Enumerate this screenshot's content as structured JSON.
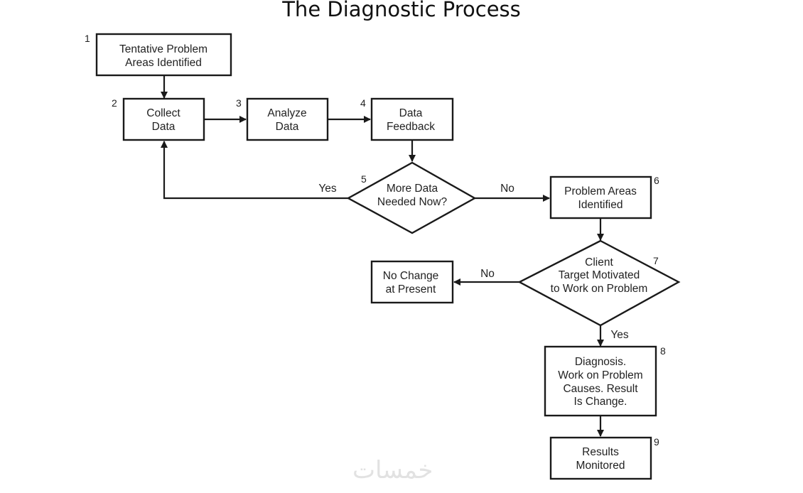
{
  "title": "The Diagnostic Process",
  "nodes": [
    {
      "id": "1",
      "number": "1",
      "shape": "box",
      "lines": [
        "Tentative Problem",
        "Areas Identified"
      ]
    },
    {
      "id": "2",
      "number": "2",
      "shape": "box",
      "lines": [
        "Collect",
        "Data"
      ]
    },
    {
      "id": "3",
      "number": "3",
      "shape": "box",
      "lines": [
        "Analyze",
        "Data"
      ]
    },
    {
      "id": "4",
      "number": "4",
      "shape": "box",
      "lines": [
        "Data",
        "Feedback"
      ]
    },
    {
      "id": "5",
      "number": "5",
      "shape": "diamond",
      "lines": [
        "More Data",
        "Needed Now?"
      ]
    },
    {
      "id": "6",
      "number": "6",
      "shape": "box",
      "lines": [
        "Problem Areas",
        "Identified"
      ]
    },
    {
      "id": "7",
      "number": "7",
      "shape": "diamond",
      "lines": [
        "Client",
        "Target Motivated",
        "to Work on Problem"
      ]
    },
    {
      "id": "nc",
      "number": "",
      "shape": "box",
      "lines": [
        "No Change",
        "at Present"
      ]
    },
    {
      "id": "8",
      "number": "8",
      "shape": "box",
      "lines": [
        "Diagnosis.",
        "Work on Problem",
        "Causes. Result",
        "Is Change."
      ]
    },
    {
      "id": "9",
      "number": "9",
      "shape": "box",
      "lines": [
        "Results",
        "Monitored"
      ]
    }
  ],
  "edges": [
    {
      "from": "1",
      "to": "2",
      "label": ""
    },
    {
      "from": "2",
      "to": "3",
      "label": ""
    },
    {
      "from": "3",
      "to": "4",
      "label": ""
    },
    {
      "from": "4",
      "to": "5",
      "label": ""
    },
    {
      "from": "5",
      "to": "2",
      "label": "Yes"
    },
    {
      "from": "5",
      "to": "6",
      "label": "No"
    },
    {
      "from": "6",
      "to": "7",
      "label": ""
    },
    {
      "from": "7",
      "to": "nc",
      "label": "No"
    },
    {
      "from": "7",
      "to": "8",
      "label": "Yes"
    },
    {
      "from": "8",
      "to": "9",
      "label": ""
    }
  ],
  "watermark": "خمسات"
}
